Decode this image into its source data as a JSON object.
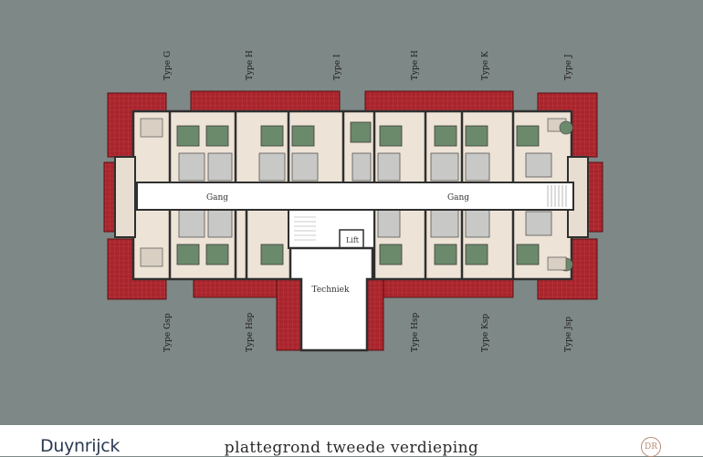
{
  "plan": {
    "top_labels": [
      "Type G",
      "Type H",
      "Type I",
      "Type H",
      "Type K",
      "Type J"
    ],
    "bottom_labels": [
      "Type Gsp",
      "Type Hsp",
      "Type Hsp",
      "Type Ksp",
      "Type Jsp"
    ],
    "corridor_left": "Gang",
    "corridor_right": "Gang",
    "lift": "Lift",
    "technical_room": "Techniek"
  },
  "footer": {
    "brand": "Duynrijck",
    "caption": "plattegrond tweede verdieping",
    "monogram": "DR"
  },
  "colors": {
    "background": "#7e8886",
    "terrace": "#a9242c",
    "floor": "#ede3d6",
    "wall": "#2f2f2f",
    "corridor": "#ffffff"
  }
}
